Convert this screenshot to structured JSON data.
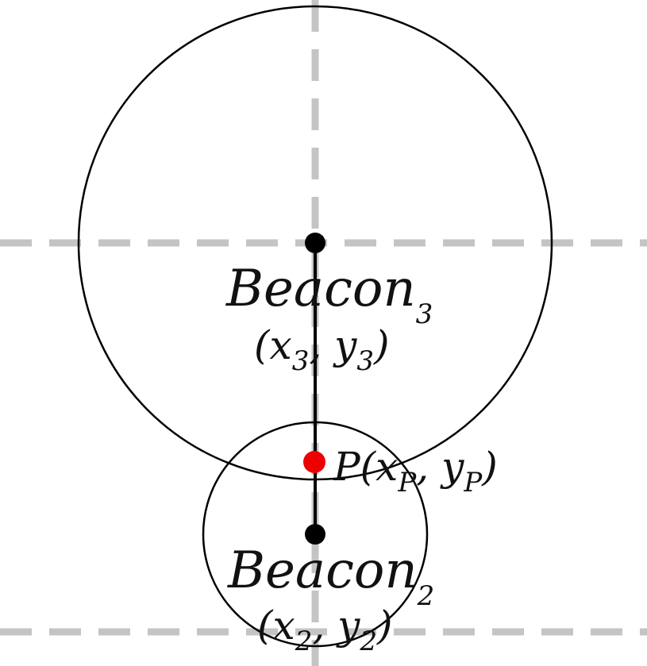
{
  "colors": {
    "background": "#ffffff",
    "guide": "#c4c4c4",
    "stroke": "#000000",
    "point": "#ee0000"
  },
  "beacon3": {
    "name": "Beacon",
    "index": "3",
    "coord_x": "x",
    "coord_x_sub": "3",
    "coord_y": "y",
    "coord_y_sub": "3"
  },
  "beacon2": {
    "name": "Beacon",
    "index": "2",
    "coord_x": "x",
    "coord_x_sub": "2",
    "coord_y": "y",
    "coord_y_sub": "2"
  },
  "point_p": {
    "name": "P",
    "coord_x": "x",
    "coord_x_sub": "P",
    "coord_y": "y",
    "coord_y_sub": "P"
  }
}
